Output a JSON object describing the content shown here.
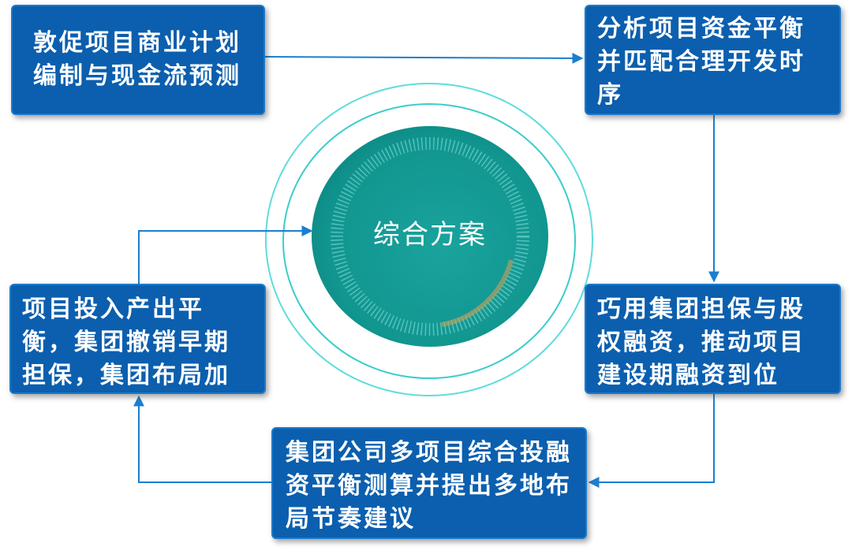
{
  "center": {
    "label": "综合方案"
  },
  "steps": [
    {
      "id": "tl",
      "text": "敦促项目商业计划编制与现金流预测"
    },
    {
      "id": "tr",
      "text": "分析项目资金平衡并匹配合理开发时序"
    },
    {
      "id": "mr",
      "text": "巧用集团担保与股权融资，推动项目建设期融资到位"
    },
    {
      "id": "bc",
      "text": "集团公司多项目综合投融资平衡测算并提出多地布局节奏建议"
    },
    {
      "id": "ml",
      "text": "项目投入产出平衡，集团撤销早期担保，集团布局加速"
    }
  ],
  "colors": {
    "box_fill": "#0b5fae",
    "box_border": "#1d79c9",
    "connector": "#1a7fd0",
    "center_fill": "#159c96",
    "ring": "#4fd6d6"
  }
}
